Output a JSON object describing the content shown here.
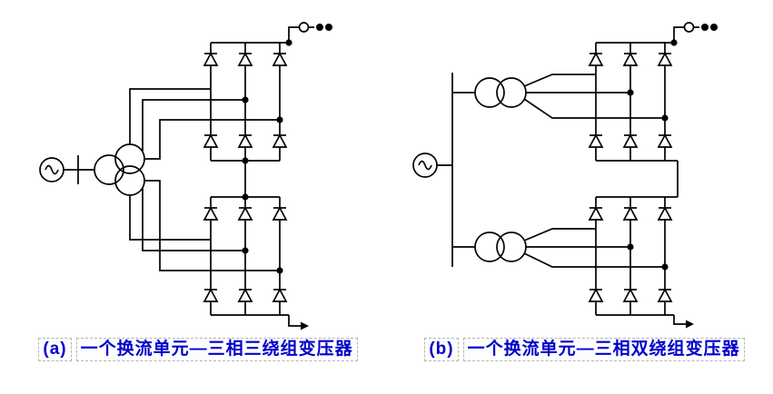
{
  "captions": {
    "a": {
      "label": "(a)",
      "text": "一个换流单元—三相三绕组变压器"
    },
    "b": {
      "label": "(b)",
      "text": "一个换流单元—三相双绕组变压器"
    }
  },
  "colors": {
    "caption_text": "#0000cc",
    "caption_border": "#b5b5b5",
    "line": "#000000",
    "background": "#ffffff"
  },
  "diagram_a": {
    "symbols": [
      "ac-source",
      "three-winding-transformer",
      "thyristor-valve",
      "junction-dot",
      "smoothing-reactor",
      "dc-terminal-dots",
      "dc-output-arrow"
    ]
  },
  "diagram_b": {
    "symbols": [
      "ac-source",
      "ac-bus",
      "two-winding-transformer",
      "two-winding-transformer",
      "thyristor-valve",
      "junction-dot",
      "smoothing-reactor",
      "dc-terminal-dots",
      "dc-output-arrow"
    ]
  }
}
